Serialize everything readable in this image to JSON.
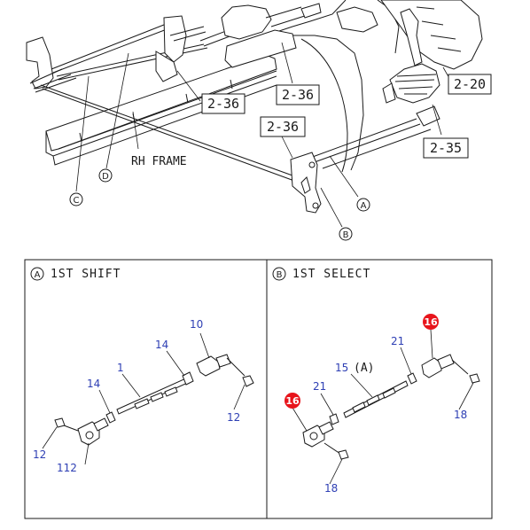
{
  "top": {
    "frame_label": "RH FRAME",
    "ref_boxes": [
      "2-36",
      "2-36",
      "2-36",
      "2-20",
      "2-35"
    ],
    "circle_labels": [
      "C",
      "D",
      "A",
      "B"
    ]
  },
  "panel_a": {
    "marker": "A",
    "title": "1ST SHIFT",
    "callouts": [
      "10",
      "14",
      "1",
      "14",
      "12",
      "12",
      "112"
    ]
  },
  "panel_b": {
    "marker": "B",
    "title": "1ST SELECT",
    "callouts": [
      "16",
      "21",
      "15",
      "(A)",
      "21",
      "16",
      "18",
      "18"
    ]
  },
  "colors": {
    "callout": "#2e3fb4",
    "highlight": "#e8141b",
    "line": "#1a1a1a"
  }
}
